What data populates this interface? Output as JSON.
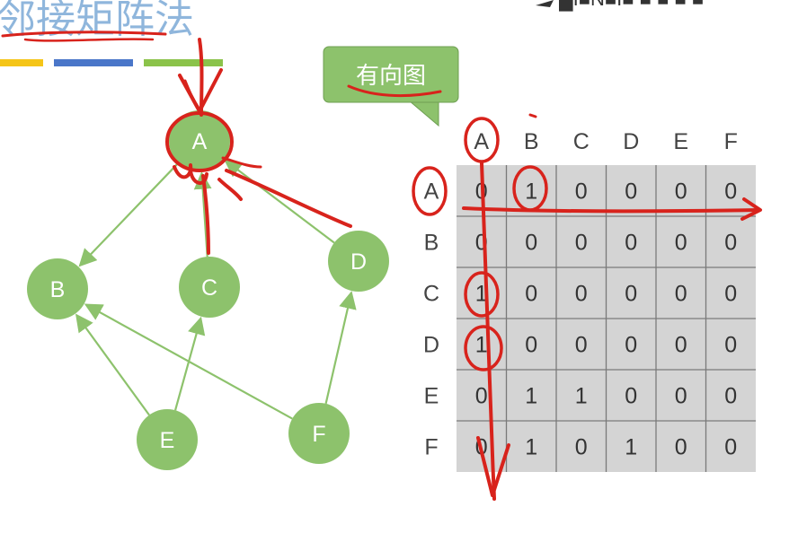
{
  "page": {
    "title": "邻接矩阵法",
    "title_color": "#8fb6dc",
    "partial_top_right_text": "█I■N■I■ ■ ■ ■ ■"
  },
  "accent_bars": [
    {
      "color": "#f5c518"
    },
    {
      "color": "#4a76c9"
    },
    {
      "color": "#8bc34a"
    }
  ],
  "callout": {
    "label": "有向图",
    "fill": "#8dc26c",
    "border": "#6e9f52"
  },
  "graph": {
    "node_color": "#8dc26c",
    "edge_color": "#8dc26c",
    "nodes": [
      "A",
      "B",
      "C",
      "D",
      "E",
      "F"
    ],
    "edges": [
      {
        "from": "A",
        "to": "B"
      },
      {
        "from": "C",
        "to": "A"
      },
      {
        "from": "D",
        "to": "A"
      },
      {
        "from": "E",
        "to": "B"
      },
      {
        "from": "E",
        "to": "C"
      },
      {
        "from": "F",
        "to": "B"
      },
      {
        "from": "F",
        "to": "D"
      }
    ]
  },
  "matrix": {
    "row_headers": [
      "A",
      "B",
      "C",
      "D",
      "E",
      "F"
    ],
    "col_headers": [
      "A",
      "B",
      "C",
      "D",
      "E",
      "F"
    ],
    "cells": [
      [
        "0",
        "1",
        "0",
        "0",
        "0",
        "0"
      ],
      [
        "0",
        "0",
        "0",
        "0",
        "0",
        "0"
      ],
      [
        "1",
        "0",
        "0",
        "0",
        "0",
        "0"
      ],
      [
        "1",
        "0",
        "0",
        "0",
        "0",
        "0"
      ],
      [
        "0",
        "1",
        "1",
        "0",
        "0",
        "0"
      ],
      [
        "0",
        "1",
        "0",
        "1",
        "0",
        "0"
      ]
    ],
    "cell_bg": "#d4d4d4",
    "grid_color": "#7a7a7a"
  },
  "annotation": {
    "ink_color": "#d8231c"
  }
}
